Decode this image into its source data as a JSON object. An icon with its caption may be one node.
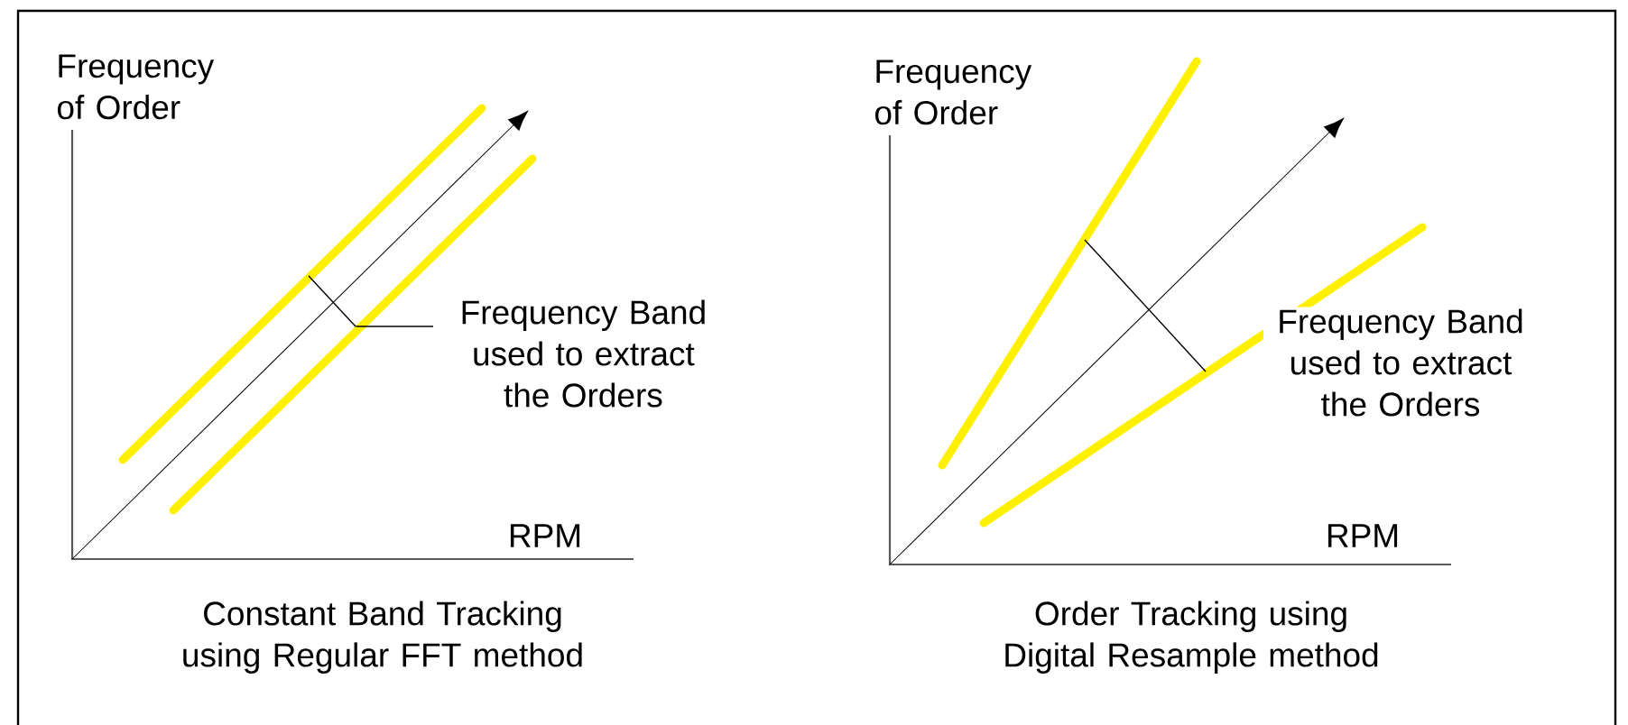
{
  "diagram": {
    "nodes": [
      {
        "text": [
          "Frequency Band used to extract the Orders"
        ]
      },
      {
        "text": [],
        "shape": "bar"
      }
    ],
    "edges": [
      {
        "from": 0,
        "to": 1,
        "arrow": "none"
      }
    ],
    "labels": [
      "Frequency of Order",
      "RPM",
      "Constant Band Tracking using Regular FFT method",
      "Frequency of Order",
      "Frequency Band used to extract the Orders",
      "RPM",
      "Order Tracking using Digital Resample method"
    ]
  }
}
